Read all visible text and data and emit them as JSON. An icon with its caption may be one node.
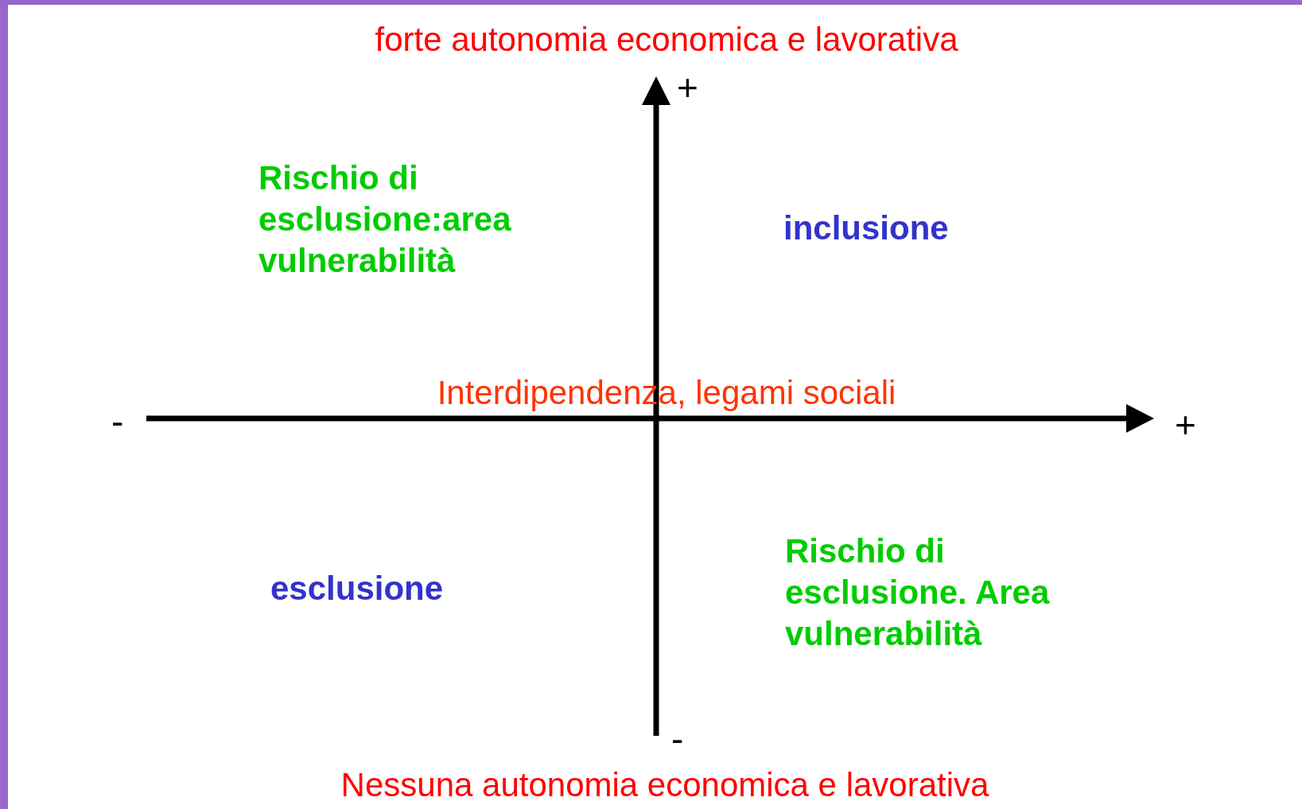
{
  "diagram": {
    "labels": [
      "forte autonomia economica e lavorativa",
      "+",
      "Rischio di esclusione:area vulnerabilità",
      "inclusione",
      "Interdipendenza, legami sociali",
      "-",
      "+",
      "esclusione",
      "Rischio di esclusione. Area vulnerabilità",
      "-",
      "Nessuna autonomia economica e lavorativa"
    ]
  }
}
